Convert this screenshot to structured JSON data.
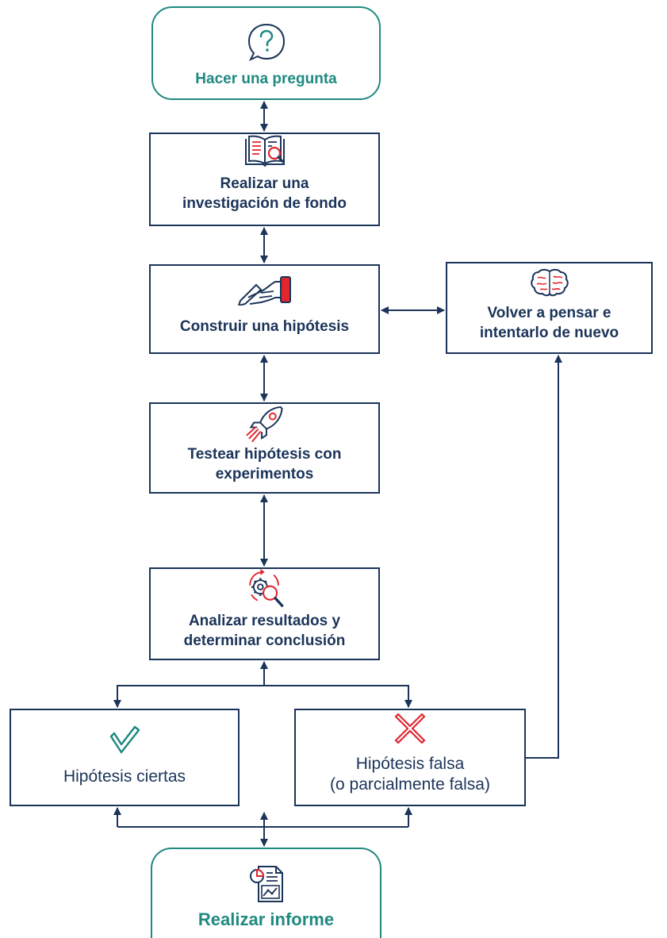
{
  "colors": {
    "navy": "#1b3459",
    "teal": "#1f8a80",
    "red": "#e0262f"
  },
  "nodes": {
    "ask": {
      "label": "Hacer una pregunta",
      "icon": "question-bubble-icon"
    },
    "research": {
      "label": "Realizar una\ninvestigación de fondo",
      "icon": "book-magnifier-icon"
    },
    "hypothesis": {
      "label": "Construir una hipótesis",
      "icon": "hand-writing-icon"
    },
    "rethink": {
      "label": "Volver a pensar e\nintentarlo de nuevo",
      "icon": "brain-icon"
    },
    "test": {
      "label": "Testear hipótesis con\nexperimentos",
      "icon": "rocket-icon"
    },
    "analyze": {
      "label": "Analizar resultados y\ndeterminar conclusión",
      "icon": "gear-magnifier-icon"
    },
    "true": {
      "label": "Hipótesis ciertas",
      "icon": "checkmark-icon"
    },
    "false": {
      "label": "Hipótesis falsa\n(o parcialmente falsa)",
      "icon": "x-mark-icon"
    },
    "report": {
      "label": "Realizar informe",
      "icon": "report-chart-icon"
    }
  }
}
